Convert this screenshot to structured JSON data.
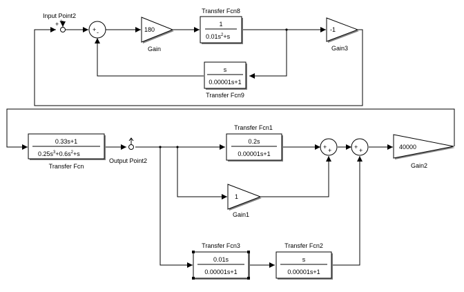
{
  "blocks": {
    "input_point2": {
      "name": "Input Point2",
      "sign_left": "+",
      "sign_top": "+"
    },
    "sum_top": {
      "sign_left": "+",
      "sign_bottom": "-"
    },
    "gain": {
      "name": "Gain",
      "value": "180"
    },
    "tf8": {
      "name": "Transfer Fcn8",
      "num": "1",
      "den_a": "0.01s",
      "den_exp": "2",
      "den_b": "+s"
    },
    "gain3": {
      "name": "Gain3",
      "value": "-1"
    },
    "tf9": {
      "name": "Transfer Fcn9",
      "num": "s",
      "den": "0.00001s+1"
    },
    "tf": {
      "name": "Transfer Fcn",
      "num": "0.33s+1",
      "den_a": "0.25s",
      "den_exp1": "3",
      "den_b": "+0.6s",
      "den_exp2": "2",
      "den_c": "+s"
    },
    "output_point2": {
      "name": "Output Point2"
    },
    "tf1": {
      "name": "Transfer Fcn1",
      "num": "0.2s",
      "den": "0.00001s+1"
    },
    "sum1": {
      "sign_left": "+",
      "sign_bottom": "+"
    },
    "sum2": {
      "sign_left": "+",
      "sign_bottom": "+"
    },
    "gain2": {
      "name": "Gain2",
      "value": "40000"
    },
    "gain1": {
      "name": "Gain1",
      "value": "1"
    },
    "tf3": {
      "name": "Transfer Fcn3",
      "num": "0.01s",
      "den": "0.00001s+1"
    },
    "tf2": {
      "name": "Transfer Fcn2",
      "num": "s",
      "den": "0.00001s+1"
    }
  }
}
